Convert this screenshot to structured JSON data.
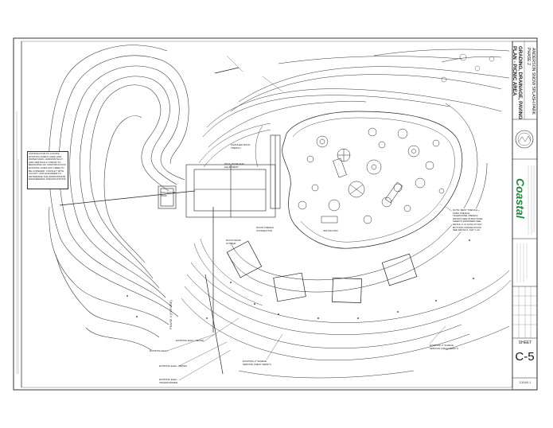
{
  "titleblock": {
    "title_line1": "GRADING, DRAINAGE, PAVING",
    "title_line2": "PLAN - PICNIC AREA",
    "project_line1": "ANDERSON SNOW SPLASH PARK",
    "project_line2": "PHASE 2",
    "firm_name": "Coastal",
    "sheet_label": "SHEET",
    "sheet_number": "C-5",
    "job_number": "21045.1",
    "colors": {
      "firm_green": "#1f8a3c",
      "ink": "#1b1b1b"
    }
  },
  "plan": {
    "phase_label": "PHASE 3 (FUTURE)",
    "notes_left": "CONTRACTOR TO LOCATE EXISTING PUBLIC PARK AND WATER MAIN, HORIZONTALLY AND VERTICALLY PRIOR TO BEGINNING OF CONSTRUCTION. EXISTING LINES MAY NEED TO BE LOWERED. CONSULT WITH COUNTY AND ENGINEER TO DETERMINE THE APPROPRIATE ENGINEERING SPECIFICATIONS.",
    "notes_right": "NOTE: BEST TRENCH + SUBA TRENCH TELEPHONE TRENCH DRAINS SEE STRUCTURE SHEETS ENGINEER SEE DETAIL C-11 ALSO AT ANY BOTTOM CONNECTIONS SEE DETAILS, SHT C-12",
    "callouts": [
      "EXISTING ELEC. METER",
      "EXISTING ELEC.",
      "EXISTING ELEC. METER",
      "EXISTING ELEC. TRANSFORMER",
      "EXISTING 2\" SLEEVE SERVICE (FIELD VERIFY)",
      "EXISTING 2\" SLEEVE SERVICE (FIELD VERIFY)",
      "DOOR TRENCH CONNECTION",
      "ROOF DRAIN SYSTEM",
      "COLLECTOR TANK",
      "POOL PUMP AND EQUIPMENT",
      "SPLASH PAD",
      "CHANGED ROOF TRENCH"
    ]
  }
}
